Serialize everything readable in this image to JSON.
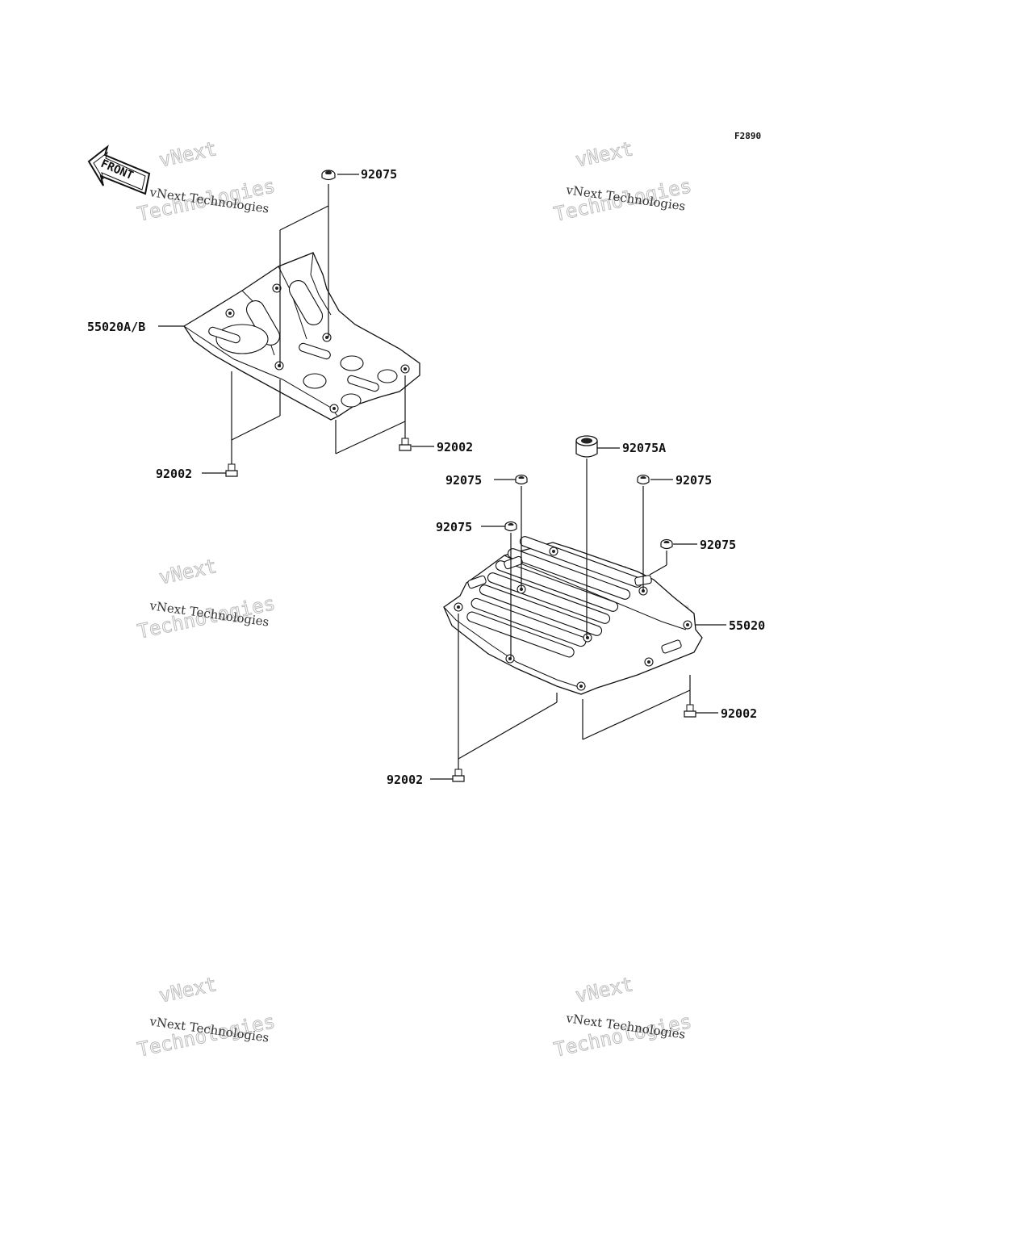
{
  "diagram": {
    "code": "F2890",
    "front_label": "FRONT",
    "watermark": {
      "line1": "vNext Technologies",
      "line2": "vNext",
      "line3": "Technologies"
    },
    "labels": {
      "top_92075": "92075",
      "left_plate": "55020A/B",
      "left_92002_a": "92002",
      "left_92002_b": "92002",
      "right_92075A": "92075A",
      "right_92075_a": "92075",
      "right_92075_b": "92075",
      "right_92075_c": "92075",
      "right_92075_d": "92075",
      "right_plate": "55020",
      "right_92002_a": "92002",
      "right_92002_b": "92002"
    }
  }
}
